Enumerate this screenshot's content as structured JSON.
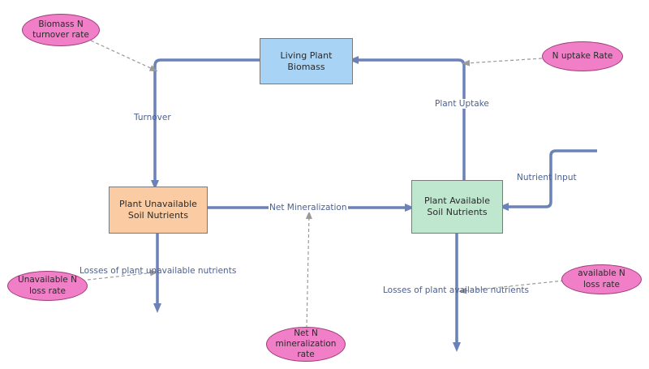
{
  "stocks": {
    "living_biomass": "Living Plant Biomass",
    "unavailable": "Plant Unavailable Soil Nutrients",
    "available": "Plant Available Soil Nutrients"
  },
  "flows": {
    "turnover": "Turnover",
    "plant_uptake": "Plant Uptake",
    "net_mineralization": "Net Mineralization",
    "nutrient_input": "Nutrient Input",
    "losses_unavailable": "Losses of plant unavailable nutrients",
    "losses_available": "Losses of plant available nutrients"
  },
  "parameters": {
    "biomass_turnover_rate": "Biomass N turnover rate",
    "uptake_rate": "N uptake Rate",
    "unavailable_loss_rate": "Unavailable N loss rate",
    "net_mineralization_rate": "Net N mineralization rate",
    "available_loss_rate": "available N loss rate"
  },
  "colors": {
    "flow": "#6a82b8",
    "link": "#9a9a9a",
    "biomass_fill": "#a9d3f5",
    "unavailable_fill": "#fbcca3",
    "available_fill": "#bfe6cf",
    "parameter_fill": "#f07fc8",
    "label_text": "#4a5f92"
  }
}
